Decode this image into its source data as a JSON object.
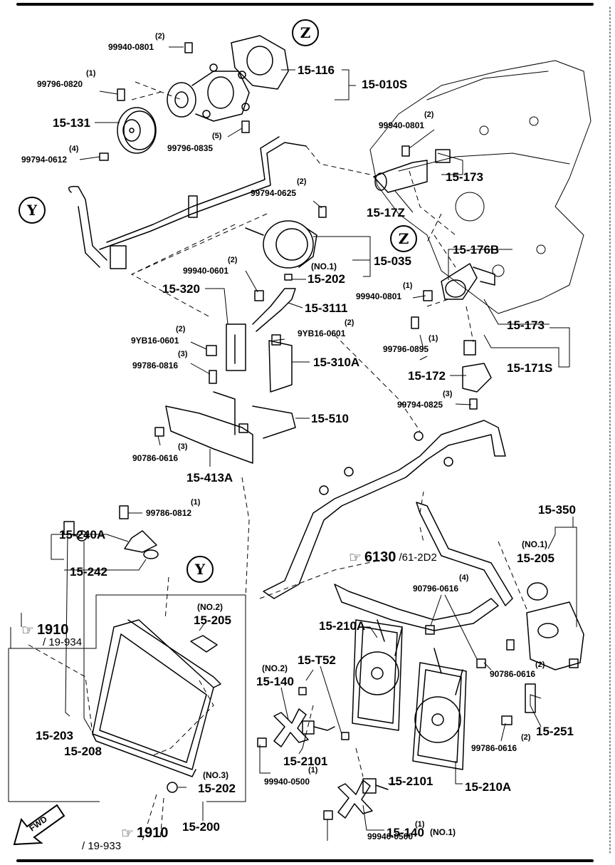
{
  "circle_markers": {
    "z_top": "Z",
    "z_mid": "Z",
    "y_left": "Y",
    "y_radiator": "Y"
  },
  "labels": {
    "p_99940_0801_top_qty": "(2)",
    "p_99940_0801_top": "99940-0801",
    "p_99796_0820_qty": "(1)",
    "p_99796_0820": "99796-0820",
    "p_15_131": "15-131",
    "p_99794_0612_qty": "(4)",
    "p_99794_0612": "99794-0612",
    "p_99796_0835_qty": "(5)",
    "p_99796_0835": "99796-0835",
    "p_15_116": "15-116",
    "p_15_010S": "15-010S",
    "p_99940_0801_mid_qty": "(2)",
    "p_99940_0801_mid": "99940-0801",
    "p_15_173_top": "15-173",
    "p_15_17Z": "15-17Z",
    "p_99794_0625_qty": "(2)",
    "p_99794_0625": "99794-0625",
    "p_15_035": "15-035",
    "p_99940_0601_qty": "(2)",
    "p_99940_0601": "99940-0601",
    "p_no1": "(NO.1)",
    "p_15_202_top": "15-202",
    "p_15_320": "15-320",
    "p_15_3111": "15-3111",
    "p_15_176B": "15-176B",
    "p_99940_0801_r_qty": "(1)",
    "p_99940_0801_r": "99940-0801",
    "p_15_173_r": "15-173",
    "p_9YB16_0601_l_qty": "(2)",
    "p_9YB16_0601_l": "9YB16-0601",
    "p_9YB16_0601_r_qty": "(2)",
    "p_9YB16_0601_r": "9YB16-0601",
    "p_99796_0895_qty": "(1)",
    "p_99796_0895": "99796-0895",
    "p_15_171S": "15-171S",
    "p_99786_0816_qty": "(3)",
    "p_99786_0816": "99786-0816",
    "p_15_310A": "15-310A",
    "p_15_172": "15-172",
    "p_99794_0825_qty": "(3)",
    "p_99794_0825": "99794-0825",
    "p_15_510": "15-510",
    "p_90786_0616_l_qty": "(3)",
    "p_90786_0616_l": "90786-0616",
    "p_15_413A": "15-413A",
    "p_99786_0812_qty": "(1)",
    "p_99786_0812": "99786-0812",
    "p_15_240A": "15-240A",
    "p_15_242": "15-242",
    "p_15_350": "15-350",
    "p_no1_cap": "(NO.1)",
    "p_15_205_r": "15-205",
    "p_90796_0616_qty": "(4)",
    "p_90796_0616": "90796-0616",
    "p_no2_cap": "(NO.2)",
    "p_15_205_l": "15-205",
    "p_15_210A_top": "15-210A",
    "p_15_T52": "15-T52",
    "p_no2_fan": "(NO.2)",
    "p_15_140_top": "15-140",
    "p_90786_0616_r": "90786-0616",
    "p_90786_0616_r_qty": "(2)",
    "p_15_203": "15-203",
    "p_15_208": "15-208",
    "p_15_2101_l": "15-2101",
    "p_15_251": "15-251",
    "p_99786_0616_qty": "(2)",
    "p_99786_0616": "99786-0616",
    "p_no3": "(NO.3)",
    "p_15_202_b": "15-202",
    "p_99940_0500_l_qty": "(1)",
    "p_99940_0500_l": "99940-0500",
    "p_15_2101_r": "15-2101",
    "p_15_210A_b": "15-210A",
    "p_15_200": "15-200",
    "p_15_140_b": "15-140",
    "p_no1_fan": "(NO.1)",
    "p_99940_0500_r_qty": "(1)",
    "p_99940_0500_r": "99940-0500"
  },
  "references": {
    "r_6130": {
      "num": "6130",
      "sub": "/61-2D2"
    },
    "r_1910_top": {
      "num": "1910",
      "sub": "/ 19-934"
    },
    "r_1910_bot": {
      "num": "1910",
      "sub": "/ 19-933"
    }
  },
  "fwd_label": "FWD"
}
